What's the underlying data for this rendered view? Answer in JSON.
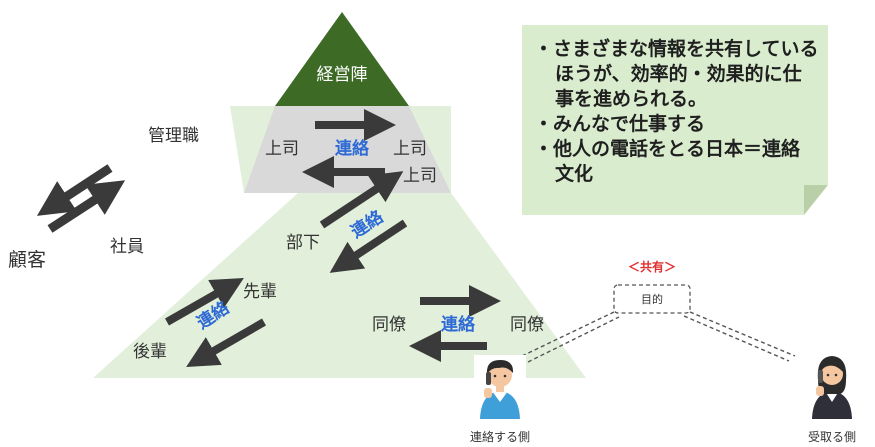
{
  "pyramid": {
    "top_label": "経営陣",
    "management_label": "管理職",
    "staff_label": "社員"
  },
  "customer_label": "顧客",
  "relations": {
    "boss_to_boss": {
      "left": "上司",
      "right": "上司",
      "action": "連絡"
    },
    "boss_to_sub": {
      "top": "上司",
      "bottom": "部下",
      "action": "連絡"
    },
    "senior_junior": {
      "top": "先輩",
      "bottom": "後輩",
      "action": "連絡"
    },
    "colleagues": {
      "left": "同僚",
      "right": "同僚",
      "action": "連絡"
    }
  },
  "note": {
    "items": [
      "さまざまな情報を共有しているほうが、効率的・効果的に仕事を進められる。",
      "みんなで仕事する",
      "他人の電話をとる日本＝連絡文化"
    ]
  },
  "sharing": {
    "label": "＜共有＞",
    "box": "目的"
  },
  "people": {
    "caller": "連絡する側",
    "receiver": "受取る側"
  },
  "colors": {
    "pyramid_top": "#3d6b26",
    "pyramid_mid": "#d9d9d9",
    "pyramid_base": "#e2efda",
    "arrow": "#3a3a3a",
    "action_text": "#2e6ad6",
    "share_label": "#e03030",
    "note_bg": "#d9ecce"
  }
}
